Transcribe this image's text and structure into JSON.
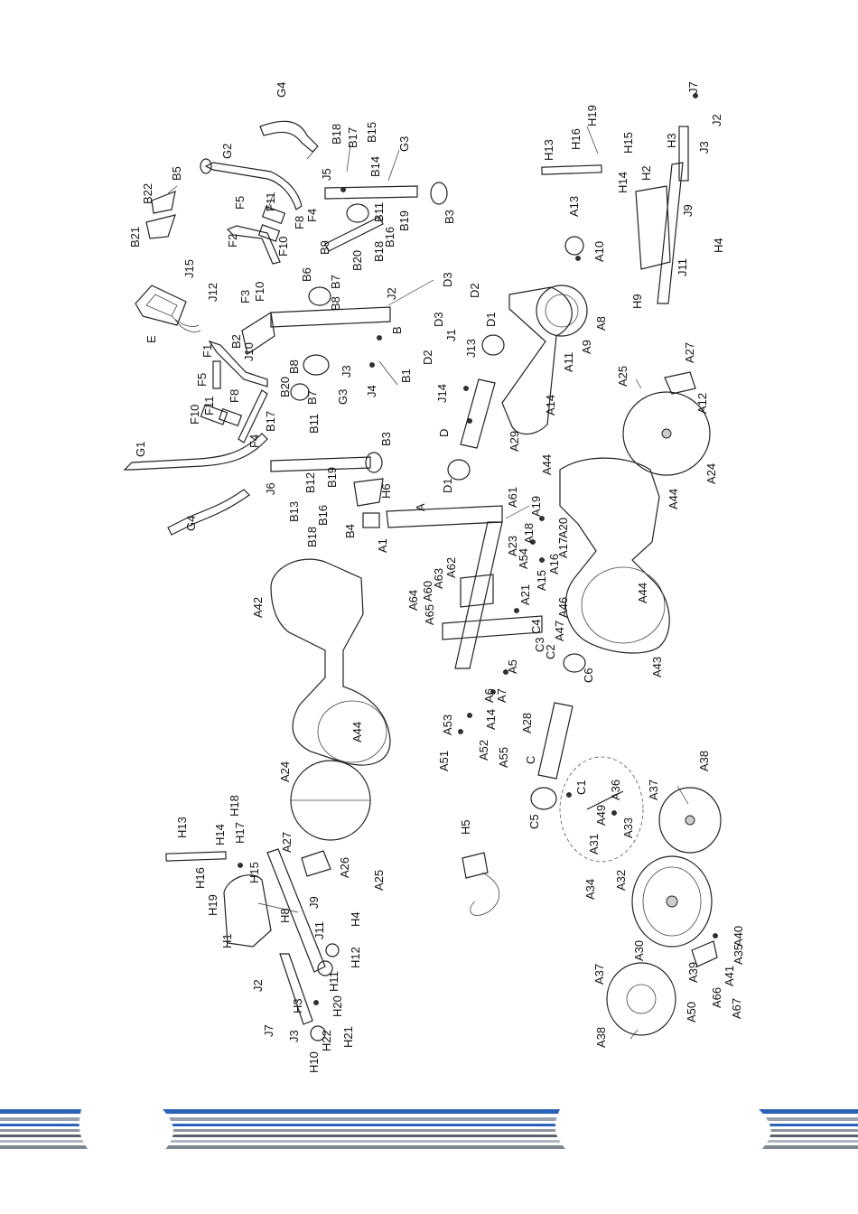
{
  "diagram": {
    "labels": [
      "G4",
      "B18",
      "B17",
      "B15",
      "G3",
      "G2",
      "J5",
      "B14",
      "B5",
      "B22",
      "F11",
      "F8",
      "F5",
      "F4",
      "B11",
      "B19",
      "B3",
      "B21",
      "B16",
      "F2",
      "B9",
      "B18",
      "F10",
      "B20",
      "J15",
      "B6",
      "B7",
      "B8",
      "J12",
      "F3",
      "J2",
      "F10",
      "B2",
      "E",
      "J10",
      "B",
      "D3",
      "D2",
      "D3",
      "D2",
      "F1",
      "J1",
      "J13",
      "D1",
      "J3",
      "B8",
      "J4",
      "B1",
      "F5",
      "B20",
      "B7",
      "B11",
      "G3",
      "D",
      "J14",
      "F11",
      "F8",
      "F10",
      "B17",
      "F4",
      "B3",
      "D1",
      "J6",
      "B12",
      "B19",
      "G1",
      "B13",
      "B16",
      "H6",
      "B18",
      "B4",
      "A",
      "A1",
      "A61",
      "G4",
      "A19",
      "A20",
      "A18",
      "A23",
      "A17",
      "A54",
      "A16",
      "A15",
      "A21",
      "A46",
      "A62",
      "A63",
      "A60",
      "A64",
      "A65",
      "A42",
      "A47",
      "C4",
      "C2",
      "C3",
      "C6",
      "A5",
      "A7",
      "A6",
      "A14",
      "A28",
      "A55",
      "A53",
      "A52",
      "A51",
      "A44",
      "C",
      "C1",
      "C5",
      "H13",
      "H18",
      "H14",
      "H17",
      "H16",
      "H15",
      "H19",
      "A27",
      "H1",
      "A24",
      "A26",
      "A25",
      "J9",
      "J11",
      "H4",
      "H8",
      "H12",
      "H11",
      "H20",
      "H21",
      "H22",
      "H10",
      "J2",
      "J7",
      "J3",
      "H3",
      "H5",
      "A36",
      "A49",
      "A31",
      "A33",
      "A32",
      "A34",
      "A37",
      "A38",
      "A30",
      "A39",
      "A35",
      "A40",
      "A41",
      "A66",
      "A67",
      "A50",
      "A37",
      "A38",
      "H13",
      "H19",
      "H16",
      "H15",
      "H14",
      "A13",
      "A10",
      "J7",
      "J2",
      "J3",
      "H3",
      "H2",
      "J9",
      "H4",
      "J11",
      "H9",
      "A8",
      "A9",
      "A11",
      "A14",
      "A29",
      "A25",
      "A27",
      "A12",
      "A24",
      "A44",
      "A44",
      "A43",
      "A44"
    ]
  },
  "footer": {
    "left_tab": "",
    "right_tab": ""
  }
}
